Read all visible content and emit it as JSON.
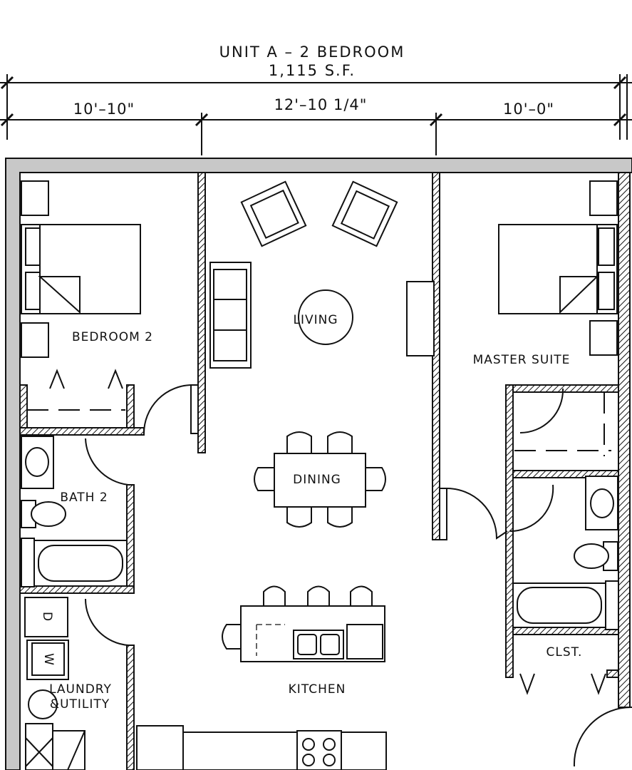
{
  "title": {
    "line1": "UNIT A – 2 BEDROOM",
    "line2": "1,115 S.F."
  },
  "dimensions": [
    "10'–10\"",
    "12'–10 1/4\"",
    "10'–0\""
  ],
  "rooms": {
    "bedroom2": "BEDROOM 2",
    "living": "LIVING",
    "master": "MASTER SUITE",
    "dining": "DINING",
    "bath2": "BATH 2",
    "kitchen": "KITCHEN",
    "closet": "CLST.",
    "laundry1": "LAUNDRY",
    "laundry2": "&UTILITY"
  },
  "appliances": {
    "dryer": "D",
    "washer": "W"
  },
  "colors": {
    "line": "#111111",
    "outer_wall": "#c8c8c8"
  }
}
